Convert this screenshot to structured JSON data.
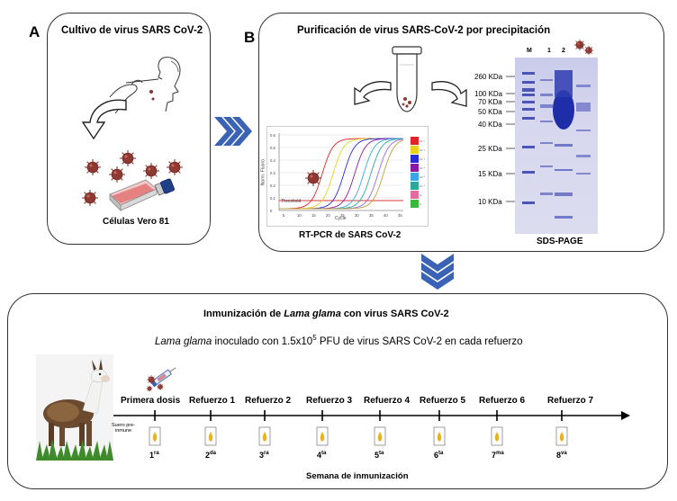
{
  "panel_a": {
    "letter": "A",
    "title": "Cultivo de virus SARS CoV-2",
    "cells_label": "Células Vero 81"
  },
  "panel_b": {
    "letter": "B",
    "title": "Purificación de virus SARS-CoV-2 por precipitación",
    "pcr_label": "RT-PCR de SARS CoV-2",
    "gel_label": "SDS-PAGE",
    "gel_lanes": [
      "M",
      "1",
      "2"
    ],
    "gel_markers": [
      "260 KDa",
      "100 KDa",
      "70 KDa",
      "50 KDa",
      "40 KDa",
      "25 KDa",
      "15 KDa",
      "10 KDa"
    ],
    "pcr_threshold_label": "Threshold",
    "pcr_x_axis": "Cycle",
    "pcr_y_axis": "Norm. Fluoro.",
    "pcr_y_ticks": [
      "0.6",
      "0.5",
      "0.4",
      "0.3",
      "0.2",
      "0.1",
      "0"
    ],
    "pcr_x_ticks": [
      "5",
      "10",
      "15",
      "20",
      "25",
      "30",
      "35",
      "40",
      "45"
    ]
  },
  "panel_c": {
    "title_prefix": "Inmunización de ",
    "title_species": "Lama glama",
    "title_suffix": " con virus SARS CoV-2",
    "subtitle_species": "Lama glama",
    "subtitle_text": " inoculado con 1.5x10",
    "subtitle_exp": "5",
    "subtitle_rest": " PFU de virus SARS CoV-2 en cada refuerzo",
    "serum_label": "Suero pre-inmune",
    "timeline_title": "Semana de inmunización",
    "events": [
      {
        "label": "Primera dosis",
        "week": "1",
        "sup": "ra"
      },
      {
        "label": "Refuerzo 1",
        "week": "2",
        "sup": "da"
      },
      {
        "label": "Refuerzo 2",
        "week": "3",
        "sup": "ra"
      },
      {
        "label": "Refuerzo 3",
        "week": "4",
        "sup": "ta"
      },
      {
        "label": "Refuerzo 4",
        "week": "5",
        "sup": "ta"
      },
      {
        "label": "Refuerzo 5",
        "week": "6",
        "sup": "ta"
      },
      {
        "label": "Refuerzo 6",
        "week": "7",
        "sup": "ma"
      },
      {
        "label": "Refuerzo 7",
        "week": "8",
        "sup": "va"
      }
    ]
  },
  "colors": {
    "arrow_blue": "#3a62b5",
    "virus_red": "#a0322a",
    "gel_blue": "#5566c4",
    "tube_gold": "#e6b422"
  }
}
